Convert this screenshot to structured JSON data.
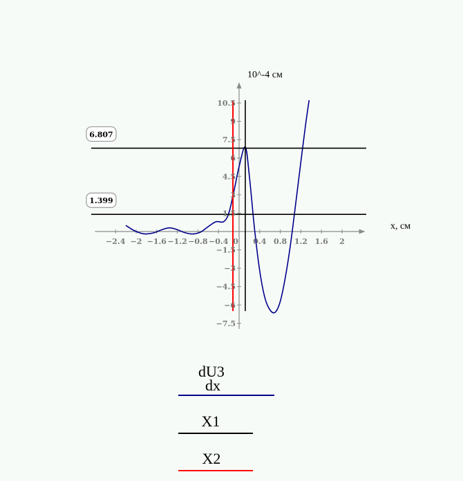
{
  "chart_data": {
    "type": "line",
    "ylabel": "10^-4 см",
    "xlabel": "x, см",
    "xlim": [
      -2.8,
      2.45
    ],
    "ylim": [
      -7.5,
      10.5
    ],
    "x_ticks": [
      "−2.4",
      "−2",
      "−1.6",
      "−1.2",
      "−0.8",
      "−0.4",
      "0",
      "0.4",
      "0.8",
      "1.2",
      "1.6",
      "2"
    ],
    "x_tick_values": [
      -2.4,
      -2,
      -1.6,
      -1.2,
      -0.8,
      -0.4,
      0,
      0.4,
      0.8,
      1.2,
      1.6,
      2
    ],
    "y_ticks": [
      "−7.5",
      "−6",
      "−4.5",
      "−3",
      "−1.5",
      "0",
      "1.5",
      "3",
      "4.5",
      "6",
      "7.5",
      "9",
      "10.5"
    ],
    "y_tick_values": [
      -7.5,
      -6,
      -4.5,
      -3,
      -1.5,
      0,
      1.5,
      3,
      4.5,
      6,
      7.5,
      9,
      10.5
    ],
    "series": [
      {
        "name": "dU3/dx",
        "color": "#00008b",
        "x": [
          -2.2,
          -2.05,
          -1.9,
          -1.8,
          -1.65,
          -1.5,
          -1.35,
          -1.2,
          -1.05,
          -0.9,
          -0.75,
          -0.6,
          -0.45,
          -0.3,
          -0.2,
          -0.1,
          0,
          0.12,
          0.2,
          0.3,
          0.4,
          0.5,
          0.6,
          0.7,
          0.8,
          0.9,
          1.0,
          1.1,
          1.2,
          1.3,
          1.37
        ],
        "y": [
          0.5,
          0.1,
          -0.15,
          -0.2,
          -0.1,
          0.15,
          0.3,
          0.15,
          -0.1,
          -0.2,
          -0.05,
          0.4,
          0.8,
          0.8,
          1.5,
          3.3,
          5.3,
          6.9,
          4.5,
          0.2,
          -3.2,
          -5.4,
          -6.4,
          -6.6,
          -5.7,
          -3.7,
          -1.0,
          2.3,
          5.7,
          9.0,
          11.0
        ]
      },
      {
        "name": "X1",
        "color": "#000000",
        "hlines": [
          6.807,
          1.399
        ],
        "vline": 0.12,
        "vline_ylim": [
          -6.5,
          10.5
        ]
      },
      {
        "name": "X2",
        "color": "#ff0000",
        "vline": -0.12,
        "vline_ylim": [
          -6.5,
          10.5
        ]
      }
    ],
    "annotations": [
      "6.807",
      "1.399"
    ]
  },
  "legend": {
    "item1_numerator": "dU3",
    "item1_denominator": "dx",
    "item1_color": "#00008b",
    "item2_label": "X1",
    "item2_color": "#000000",
    "item3_label": "X2",
    "item3_color": "#ff0000"
  }
}
